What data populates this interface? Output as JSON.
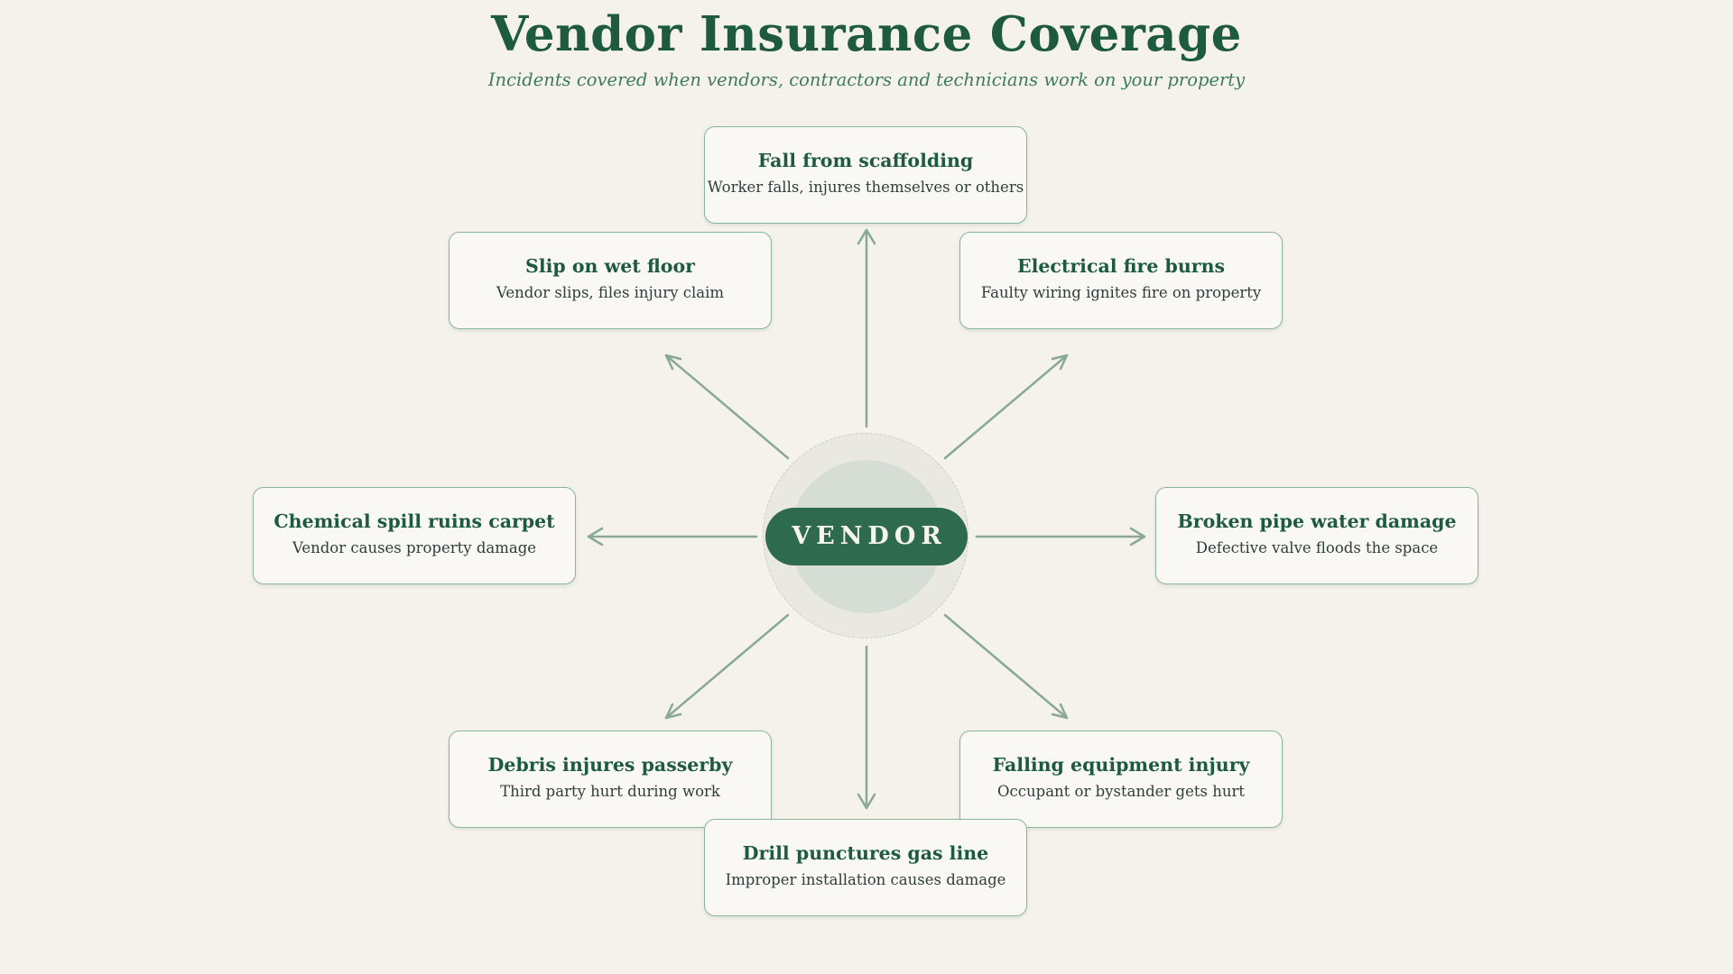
{
  "header": {
    "title": "Vendor Insurance Coverage",
    "subtitle": "Incidents covered when vendors, contractors and technicians work on your property"
  },
  "hub": {
    "label": "VENDOR"
  },
  "incidents": [
    {
      "title": "Fall from scaffolding",
      "description": "Worker falls, injures themselves or others"
    },
    {
      "title": "Slip on wet floor",
      "description": "Vendor slips, files injury claim"
    },
    {
      "title": "Electrical fire burns",
      "description": "Faulty wiring ignites fire on property"
    },
    {
      "title": "Chemical spill ruins carpet",
      "description": "Vendor causes property damage"
    },
    {
      "title": "Broken pipe water damage",
      "description": "Defective valve floods the space"
    },
    {
      "title": "Debris injures passerby",
      "description": "Third party hurt during work"
    },
    {
      "title": "Falling equipment injury",
      "description": "Occupant or bystander gets hurt"
    },
    {
      "title": "Drill punctures gas line",
      "description": "Improper installation causes damage"
    }
  ],
  "colors": {
    "background": "#f4f2eb",
    "primary": "#1e5a40",
    "hub_fill": "#2e6a4e",
    "card_border": "#8ab49c",
    "connector": "#8aa898"
  }
}
